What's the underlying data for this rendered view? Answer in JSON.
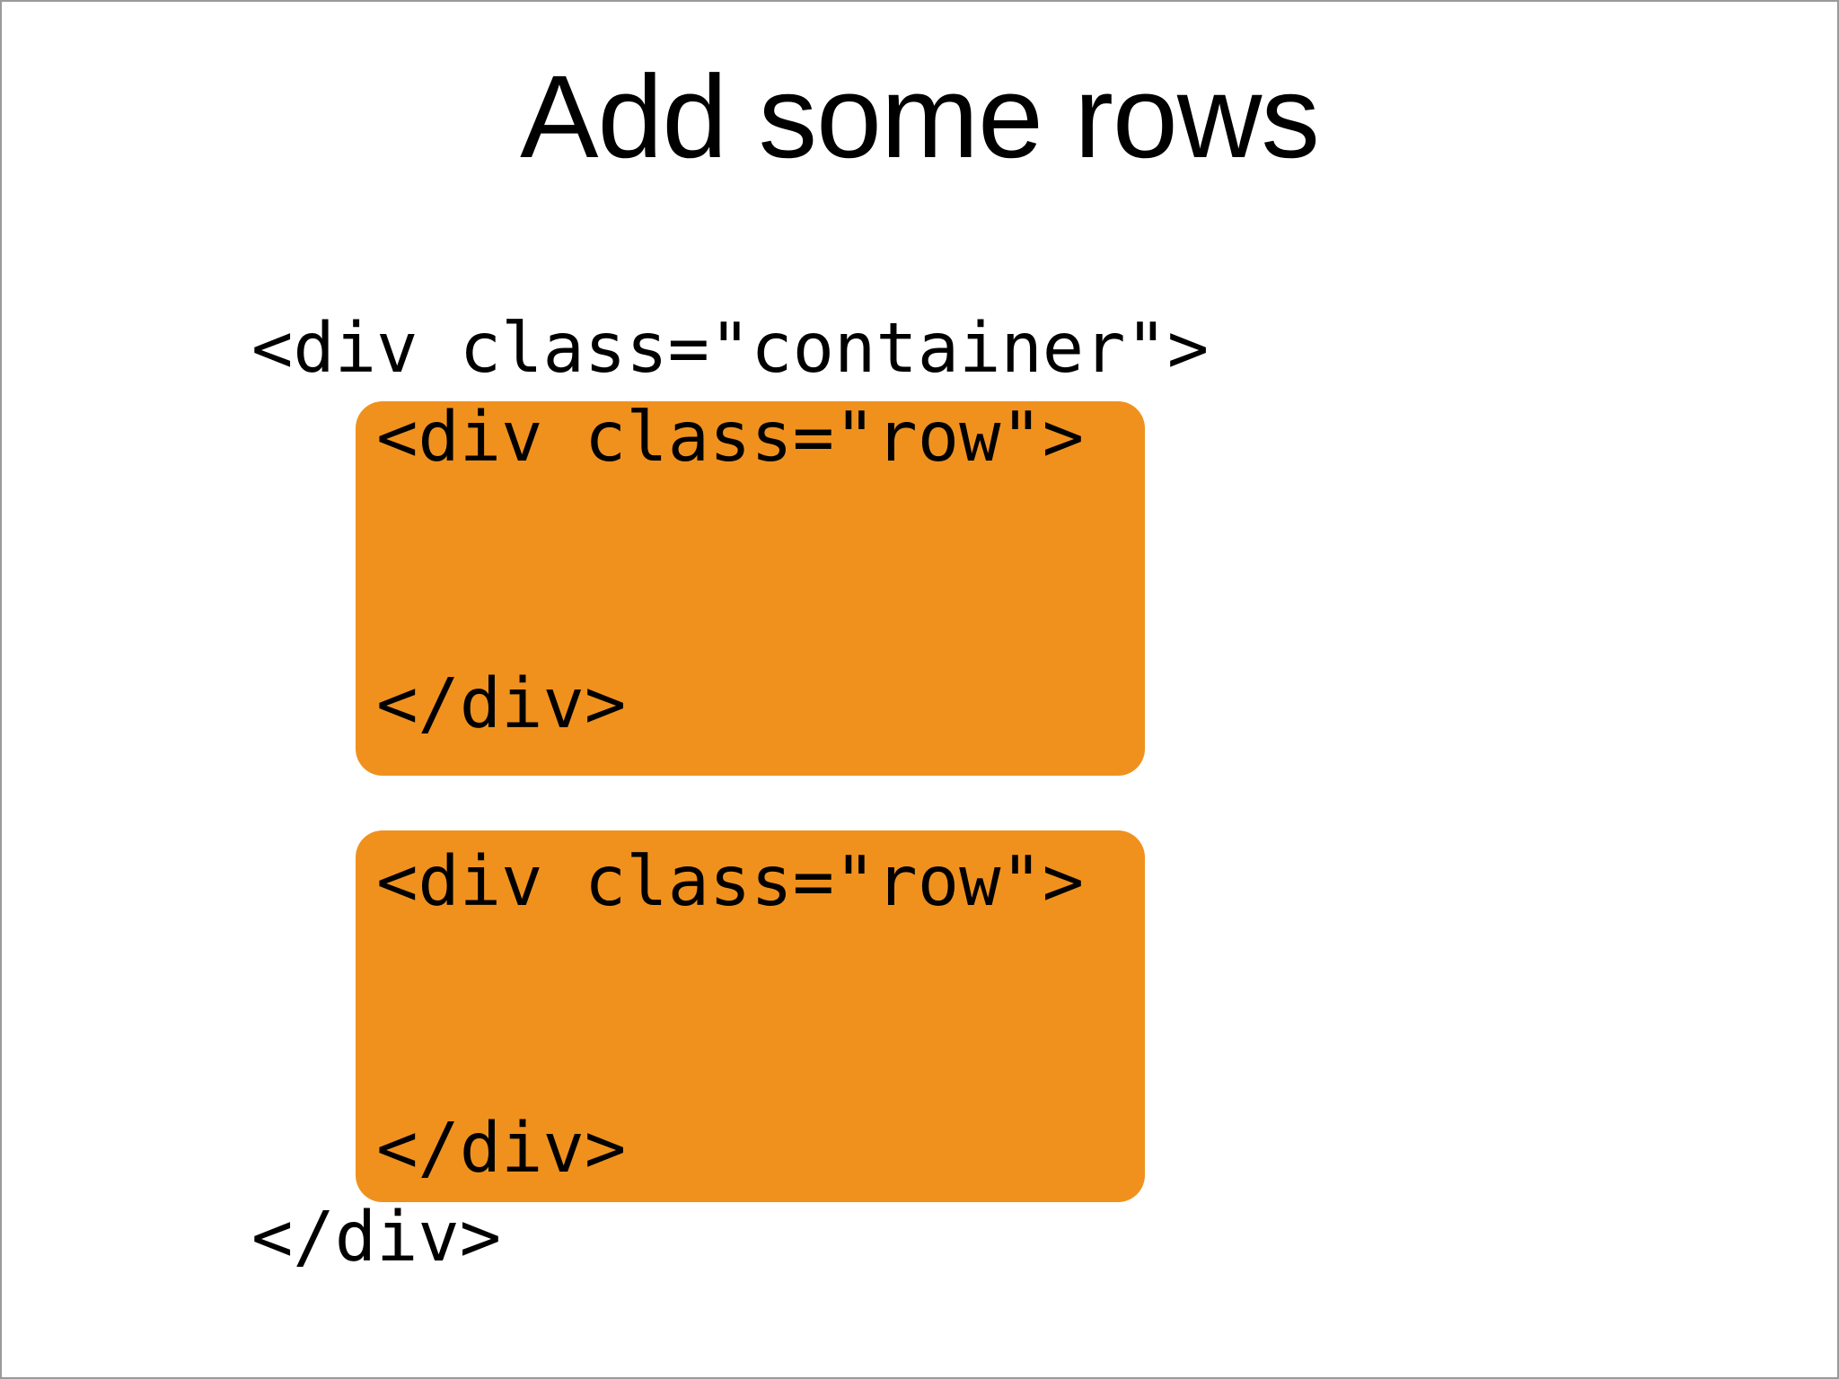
{
  "slide": {
    "title": "Add some rows",
    "code": {
      "text": "<div class=\"container\">\n   <div class=\"row\">\n\n\n   </div>\n\n   <div class=\"row\">\n\n\n   </div>\n</div>",
      "lines": [
        "<div class=\"container\">",
        "   <div class=\"row\">",
        "",
        "",
        "   </div>",
        "",
        "   <div class=\"row\">",
        "",
        "",
        "   </div>",
        "</div>"
      ]
    },
    "highlights": {
      "description": "rounded rectangles marking each row div",
      "color": "#F0911E"
    },
    "colors": {
      "background": "#FFFFFF",
      "text": "#000000",
      "highlight_orange": "#F0911E",
      "frame_border": "#9A9A9A"
    }
  }
}
